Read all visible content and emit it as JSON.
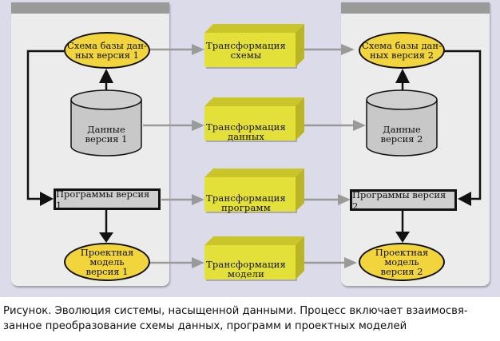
{
  "diagram": {
    "left_panel": {
      "schema": "Схема базы дан-\nных версия 1",
      "data": "Данные\nверсия 1",
      "programs": "Программы версия 1",
      "model": "Проектная\nмодель\nверсия 1"
    },
    "right_panel": {
      "schema": "Схема базы дан-\nных версия 2",
      "data": "Данные\nверсия 2",
      "programs": "Программы версия 2",
      "model": "Проектная\nмодель\nверсия 2"
    },
    "transformations": [
      {
        "label": "Трансформация\nсхемы"
      },
      {
        "label": "Трансформация\nданных"
      },
      {
        "label": "Трансформация\nпрограмм"
      },
      {
        "label": "Трансформация\nмодели"
      }
    ],
    "colors": {
      "background": "#dcdbe9",
      "panel": "#ececec",
      "panel_header": "#9a9a9a",
      "ellipse_fill": "#f2d43c",
      "cube_front": "#e3e03a",
      "cylinder_fill": "#c8c8c8",
      "flow_arrow": "#9a9a9a"
    }
  },
  "caption": "Рисунок. Эволюция системы, насыщенной данными. Процесс включает взаимосвя-\nзанное преобразование схемы данных, программ и проектных моделей"
}
